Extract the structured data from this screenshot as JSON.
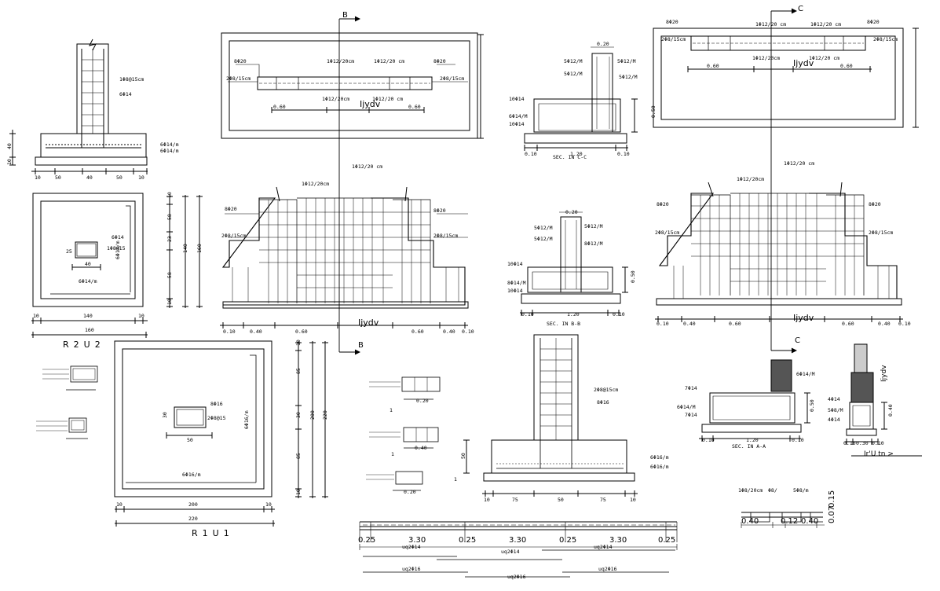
{
  "footings": {
    "f2": {
      "name": "R2U2",
      "section": {
        "stirrups": "1Φ8@15cm",
        "bars": "6Φ14",
        "dims_bottom": [
          "10",
          "50",
          "40",
          "50",
          "10"
        ],
        "dim_left": [
          "40",
          "10"
        ],
        "bottom_bars": [
          "6Φ14/m",
          "6Φ14/m"
        ]
      },
      "plan": {
        "col_dims": [
          "25",
          "40"
        ],
        "bars": [
          "6Φ14",
          "1Φ8@15",
          "6Φ14/m",
          "6Φ14/m"
        ],
        "dims": [
          "10",
          "140",
          "10"
        ],
        "total": "160",
        "side": [
          "10",
          "58",
          "23",
          "58",
          "10"
        ],
        "side_total": [
          "140",
          "160"
        ]
      }
    },
    "f1": {
      "name": "R1U1",
      "plan": {
        "col_dims": [
          "30",
          "50"
        ],
        "bars": [
          "8Φ16",
          "2Φ8@15",
          "6Φ16/m",
          "6Φ16/m"
        ],
        "dims": [
          "10",
          "200",
          "10"
        ],
        "total": "220",
        "side": [
          "10",
          "85",
          "30",
          "85",
          "10"
        ],
        "side_total": [
          "200",
          "220"
        ]
      },
      "section": {
        "stirrups": "2Φ8@15cm",
        "bars": "8Φ16",
        "dims_bottom": [
          "10",
          "75",
          "50",
          "75",
          "10"
        ],
        "dim_left": "50",
        "bottom_bars": [
          "6Φ16/m",
          "6Φ16/m"
        ]
      }
    }
  },
  "beam1": {
    "plan": {
      "labels": [
        "8Φ20",
        "1Φ12/20cm",
        "1Φ12/20 cm",
        "8Φ20",
        "2Φ8/15cm",
        "2Φ8/15cm",
        "1Φ12/20cm",
        "1Φ12/20 cm"
      ],
      "title": "Ijydv",
      "dims": [
        "0.60",
        "0.60"
      ]
    },
    "elev": {
      "labels": [
        "1Φ12/20 cm",
        "1Φ12/20cm",
        "8Φ20",
        "8Φ20",
        "2Φ8/15cm",
        "2Φ8/15cm"
      ],
      "title": "Ijydv",
      "dims": [
        "0.10",
        "0.40",
        "0.60",
        "0.60",
        "0.40",
        "0.10"
      ]
    },
    "cut": "B"
  },
  "beam2": {
    "plan": {
      "labels": [
        "8Φ20",
        "1Φ12/20 cm",
        "1Φ12/20 cm",
        "8Φ20",
        "2Φ8/15cm",
        "2Φ8/15cm",
        "1Φ12/20cm",
        "1Φ12/20 cm"
      ],
      "title": "Ijydv",
      "dims": [
        "0.60",
        "0.60"
      ]
    },
    "elev": {
      "labels": [
        "1Φ12/20 cm",
        "1Φ12/20cm",
        "8Φ20",
        "8Φ20",
        "2Φ8/15cm",
        "2Φ8/15cm"
      ],
      "title": "Ijydv",
      "dims": [
        "0.10",
        "0.40",
        "0.60",
        "0.60",
        "0.40",
        "0.10"
      ]
    },
    "cut": "C"
  },
  "sections": {
    "cc": {
      "title": "SEC. IN C-C",
      "labels": [
        "0.20",
        "5Φ12/M",
        "5Φ12/M",
        "5Φ12/M",
        "5Φ12/M",
        "10Φ14",
        "6Φ14/M",
        "10Φ14"
      ],
      "dims": [
        "0.10",
        "1.20",
        "0.10"
      ],
      "h": "0.50"
    },
    "bb": {
      "title": "SEC. IN B-B",
      "labels": [
        "0.20",
        "5Φ12/M",
        "5Φ12/M",
        "5Φ12/M",
        "8Φ12/M",
        "10Φ14",
        "8Φ14/M",
        "10Φ14"
      ],
      "dims": [
        "0.10",
        "1.20",
        "0.10"
      ],
      "h": "0.50"
    },
    "aa": {
      "title": "SEC. IN A-A",
      "labels": [
        "6Φ14/M",
        "7Φ14",
        "6Φ14/M",
        "7Φ14"
      ],
      "dims": [
        "0.10",
        "1.20",
        "0.10"
      ],
      "h": "0.50"
    },
    "side": {
      "labels": [
        "4Φ14",
        "5Φ8/M",
        "4Φ14",
        "Ijydv"
      ],
      "dims": [
        "0.10",
        "0.30",
        "0.10"
      ],
      "h": "0.40",
      "caption": "Ir'U tn >"
    }
  },
  "small_sections": {
    "labels": [
      "1",
      "1",
      "1",
      "0.20",
      "0.40",
      "0.20"
    ]
  },
  "strip": {
    "spans": [
      "0.25",
      "3.30",
      "0.25",
      "3.30",
      "0.25",
      "3.30",
      "0.25"
    ],
    "bars": [
      "uq2Φ14",
      "uq2Φ14",
      "uq2Φ14",
      "uq2Φ16",
      "uq2Φ16",
      "uq2Φ16"
    ]
  },
  "detail": {
    "labels": [
      "1Φ8/20cm",
      "Φ8/",
      "5Φ8/m",
      "0.40",
      "0.12",
      "0.40",
      "0.15",
      "0.07"
    ]
  }
}
